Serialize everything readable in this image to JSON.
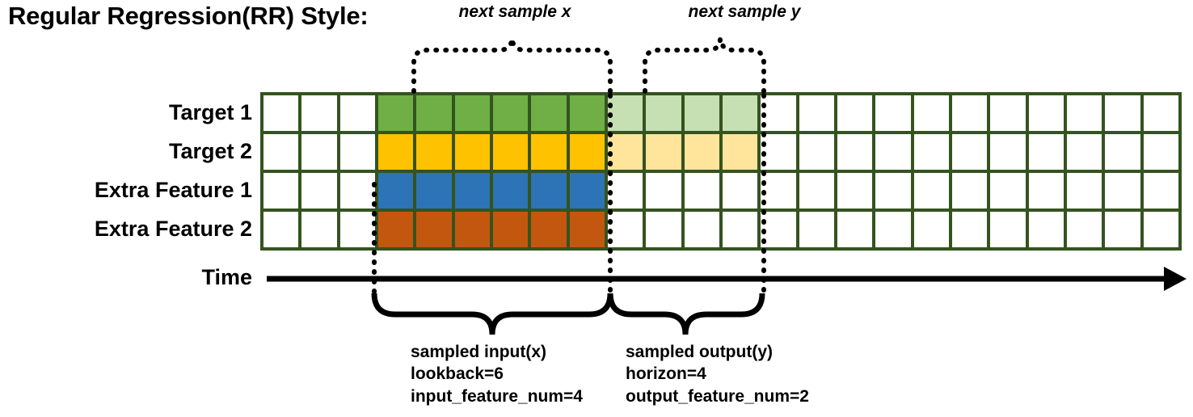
{
  "title": "Regular Regression(RR) Style:",
  "rows": [
    {
      "label": "Target 1",
      "name": "target-1"
    },
    {
      "label": "Target 2",
      "name": "target-2"
    },
    {
      "label": "Extra Feature 1",
      "name": "extra-feature-1"
    },
    {
      "label": "Extra Feature 2",
      "name": "extra-feature-2"
    }
  ],
  "axis": {
    "label": "Time",
    "direction": "right"
  },
  "grid": {
    "columns": 24,
    "rows": 4,
    "line_color": "#35531f",
    "empty_color": "#ffffff",
    "input_start_col": 4,
    "input_end_col": 9,
    "output_start_col": 10,
    "output_end_col": 13
  },
  "colors": {
    "grid_line": "#35531f",
    "target1_input": "#6faf46",
    "target1_output": "#c6dfb3",
    "target2_input": "#ffc200",
    "target2_output": "#ffe49b",
    "extra1_input": "#2c74b5",
    "extra2_input": "#c4570f",
    "empty": "#ffffff",
    "annotation": "#000000"
  },
  "cell_colors": [
    [
      "#ffffff",
      "#ffffff",
      "#ffffff",
      "#6faf46",
      "#6faf46",
      "#6faf46",
      "#6faf46",
      "#6faf46",
      "#6faf46",
      "#c6dfb3",
      "#c6dfb3",
      "#c6dfb3",
      "#c6dfb3",
      "#ffffff",
      "#ffffff",
      "#ffffff",
      "#ffffff",
      "#ffffff",
      "#ffffff",
      "#ffffff",
      "#ffffff",
      "#ffffff",
      "#ffffff",
      "#ffffff"
    ],
    [
      "#ffffff",
      "#ffffff",
      "#ffffff",
      "#ffc200",
      "#ffc200",
      "#ffc200",
      "#ffc200",
      "#ffc200",
      "#ffc200",
      "#ffe49b",
      "#ffe49b",
      "#ffe49b",
      "#ffe49b",
      "#ffffff",
      "#ffffff",
      "#ffffff",
      "#ffffff",
      "#ffffff",
      "#ffffff",
      "#ffffff",
      "#ffffff",
      "#ffffff",
      "#ffffff",
      "#ffffff"
    ],
    [
      "#ffffff",
      "#ffffff",
      "#ffffff",
      "#2c74b5",
      "#2c74b5",
      "#2c74b5",
      "#2c74b5",
      "#2c74b5",
      "#2c74b5",
      "#ffffff",
      "#ffffff",
      "#ffffff",
      "#ffffff",
      "#ffffff",
      "#ffffff",
      "#ffffff",
      "#ffffff",
      "#ffffff",
      "#ffffff",
      "#ffffff",
      "#ffffff",
      "#ffffff",
      "#ffffff",
      "#ffffff"
    ],
    [
      "#ffffff",
      "#ffffff",
      "#ffffff",
      "#c4570f",
      "#c4570f",
      "#c4570f",
      "#c4570f",
      "#c4570f",
      "#c4570f",
      "#ffffff",
      "#ffffff",
      "#ffffff",
      "#ffffff",
      "#ffffff",
      "#ffffff",
      "#ffffff",
      "#ffffff",
      "#ffffff",
      "#ffffff",
      "#ffffff",
      "#ffffff",
      "#ffffff",
      "#ffffff",
      "#ffffff"
    ]
  ],
  "top_annotations": [
    {
      "name": "next-sample-x",
      "text": "next sample x"
    },
    {
      "name": "next-sample-y",
      "text": "next sample y"
    }
  ],
  "bottom_annotations": [
    {
      "name": "sampled-input",
      "lines": [
        "sampled input(x)",
        "lookback=6",
        "input_feature_num=4"
      ]
    },
    {
      "name": "sampled-output",
      "lines": [
        "sampled output(y)",
        "horizon=4",
        "output_feature_num=2"
      ]
    }
  ]
}
